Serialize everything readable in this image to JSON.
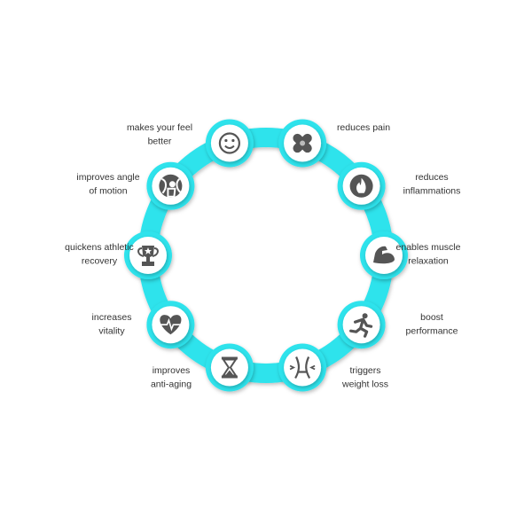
{
  "colors": {
    "accent": "#2fe3ec",
    "icon": "#555555",
    "text": "#333333"
  },
  "benefits": [
    {
      "icon": "smiley-icon",
      "lines": [
        "makes your feel",
        "better"
      ]
    },
    {
      "icon": "bandage-icon",
      "lines": [
        "reduces pain"
      ]
    },
    {
      "icon": "fire-icon",
      "lines": [
        "reduces",
        "inflammations"
      ]
    },
    {
      "icon": "muscle-icon",
      "lines": [
        "enables muscle",
        "relaxation"
      ]
    },
    {
      "icon": "runner-icon",
      "lines": [
        "boost",
        "performance"
      ]
    },
    {
      "icon": "waist-icon",
      "lines": [
        "triggers",
        "weight loss"
      ]
    },
    {
      "icon": "hourglass-icon",
      "lines": [
        "improves",
        "anti-aging"
      ]
    },
    {
      "icon": "heartbeat-icon",
      "lines": [
        "increases",
        "vitality"
      ]
    },
    {
      "icon": "trophy-icon",
      "lines": [
        "quickens athletic",
        "recovery"
      ]
    },
    {
      "icon": "joint-icon",
      "lines": [
        "improves angle",
        "of motion"
      ]
    }
  ]
}
